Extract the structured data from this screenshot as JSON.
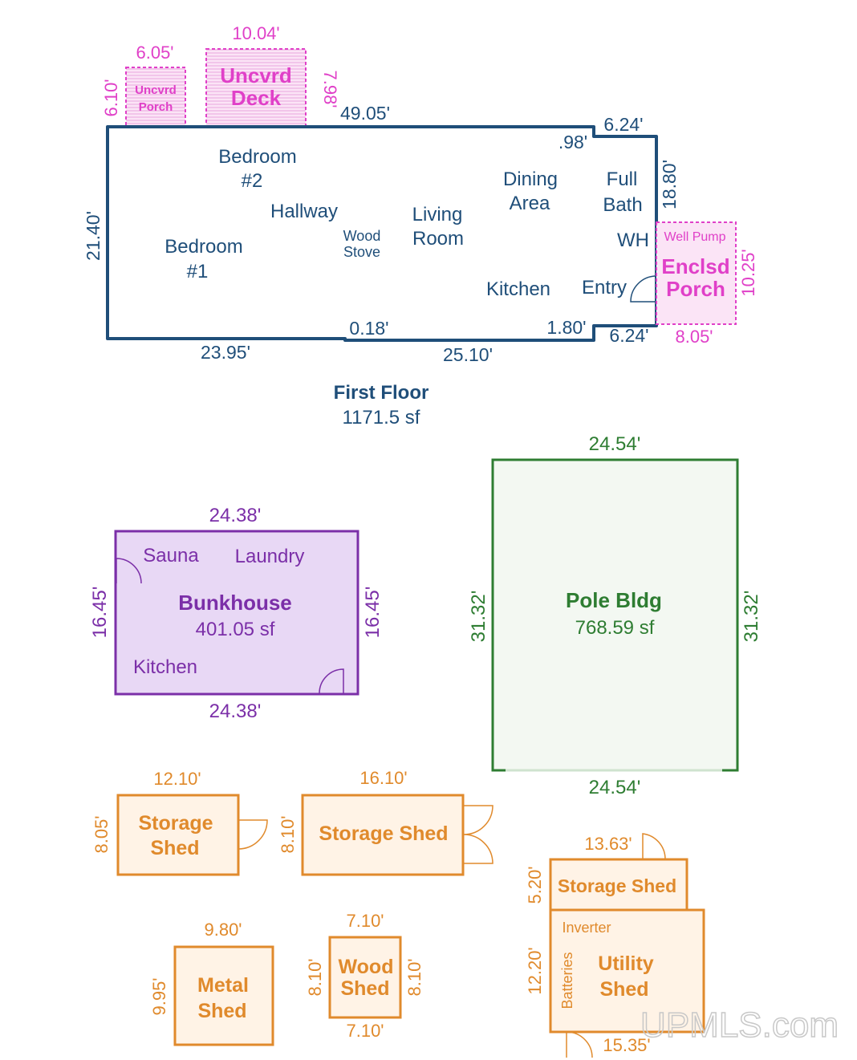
{
  "colors": {
    "house": "#1f4e79",
    "porch": "#e040c8",
    "bunkhouse": "#7b2fa8",
    "bunkhouse_fill": "#e8d8f5",
    "pole": "#2e7d32",
    "pole_fill": "#f3f8f2",
    "shed": "#e08a2c",
    "shed_fill": "#fff3e6",
    "watermark": "#c8c8c8"
  },
  "first_floor": {
    "title": "First Floor",
    "area": "1171.5 sf",
    "rooms": {
      "bedroom2_a": "Bedroom",
      "bedroom2_b": "#2",
      "bedroom1_a": "Bedroom",
      "bedroom1_b": "#1",
      "hallway": "Hallway",
      "wood_stove_a": "Wood",
      "wood_stove_b": "Stove",
      "living_a": "Living",
      "living_b": "Room",
      "dining_a": "Dining",
      "dining_b": "Area",
      "bath_a": "Full",
      "bath_b": "Bath",
      "wh": "WH",
      "kitchen": "Kitchen",
      "entry": "Entry"
    },
    "dims": {
      "top": "49.05'",
      "left": "21.40'",
      "bottom_left": "23.95'",
      "bottom_right": "25.10'",
      "jog_bottom": "0.18'",
      "jog_top_right": ".98'",
      "top_right": "6.24'",
      "right": "18.80'",
      "jog_bottom_right": "1.80'",
      "bottom_right_short": "6.24'"
    }
  },
  "uncovered_porch": {
    "label_a": "Uncvrd",
    "label_b": "Porch",
    "width": "6.05'",
    "depth": "6.10'"
  },
  "uncovered_deck": {
    "label_a": "Uncvrd",
    "label_b": "Deck",
    "width": "10.04'",
    "depth": "7.98'"
  },
  "enclosed_porch": {
    "label_a": "Enclsd",
    "label_b": "Porch",
    "note": "Well Pump",
    "width": "8.05'",
    "depth": "10.25'"
  },
  "bunkhouse": {
    "title": "Bunkhouse",
    "area": "401.05 sf",
    "rooms": {
      "sauna": "Sauna",
      "laundry": "Laundry",
      "kitchen": "Kitchen"
    },
    "dims": {
      "top": "24.38'",
      "bottom": "24.38'",
      "left": "16.45'",
      "right": "16.45'"
    }
  },
  "pole_bldg": {
    "title": "Pole Bldg",
    "area": "768.59 sf",
    "dims": {
      "top": "24.54'",
      "bottom": "24.54'",
      "left": "31.32'",
      "right": "31.32'"
    }
  },
  "storage_shed_1": {
    "label_a": "Storage",
    "label_b": "Shed",
    "width": "12.10'",
    "depth": "8.05'"
  },
  "storage_shed_2": {
    "label": "Storage Shed",
    "width": "16.10'",
    "depth": "8.10'"
  },
  "storage_shed_3": {
    "label": "Storage Shed",
    "width": "13.63'",
    "depth": "5.20'"
  },
  "utility_shed": {
    "label_a": "Utility",
    "label_b": "Shed",
    "inverter": "Inverter",
    "batteries": "Batteries",
    "width": "15.35'",
    "depth": "12.20'"
  },
  "metal_shed": {
    "label_a": "Metal",
    "label_b": "Shed",
    "width": "9.80'",
    "depth": "9.95'"
  },
  "wood_shed": {
    "label_a": "Wood",
    "label_b": "Shed",
    "top": "7.10'",
    "bottom": "7.10'",
    "left": "8.10'",
    "right": "8.10'"
  },
  "watermark": "UPMLS.com"
}
